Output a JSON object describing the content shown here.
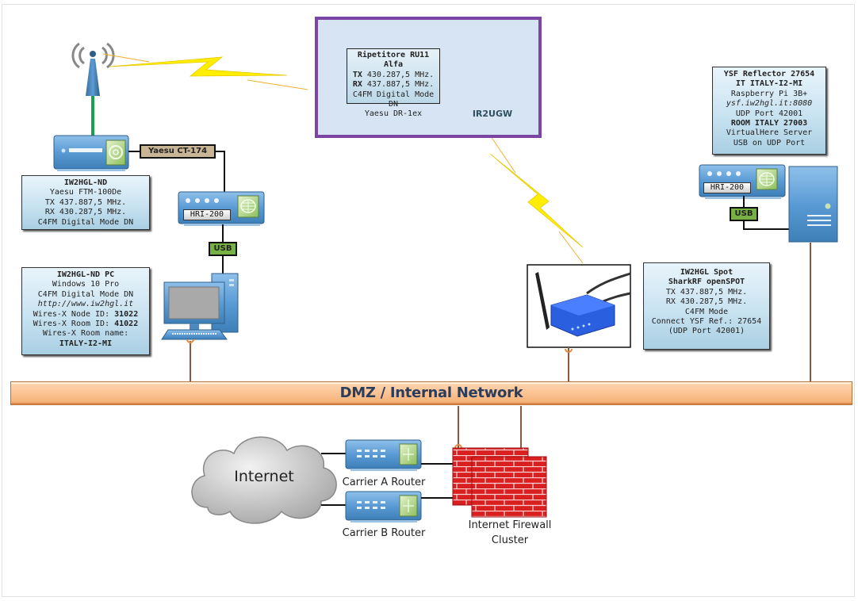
{
  "repeater": {
    "title": "Ripetitore RU11 Alfa",
    "tx_label": "TX",
    "tx_value": "430.287,5 MHz.",
    "rx_label": "RX",
    "rx_value": "437.887,5 MHz.",
    "mode": "C4FM Digital Mode DN",
    "model": "Yaesu DR-1ex",
    "callsign": "IR2UGW"
  },
  "ysf_reflector": {
    "line1": "YSF Reflector 27654",
    "line2": "IT ITALY-I2-MI",
    "line3": "Raspberry Pi 3B+",
    "line4": "ysf.iw2hgl.it:8080",
    "line5": "UDP Port 42001",
    "line6": "ROOM ITALY 27003",
    "line7": "VirtualHere Server",
    "line8": "USB on UDP Port"
  },
  "mobile_radio": {
    "title": "IW2HGL-ND",
    "model": "Yaesu FTM-100De",
    "tx": "TX 437.887,5 MHz.",
    "rx": "RX 430.287,5 MHz.",
    "mode": "C4FM Digital Mode DN",
    "cable_label": "Yaesu CT-174"
  },
  "pc": {
    "title": "IW2HGL-ND PC",
    "os": "Windows 10 Pro",
    "mode": "C4FM Digital Mode DN",
    "url": "http://www.iw2hgl.it",
    "node_label": "Wires-X Node ID:",
    "node_id": "31022",
    "room_label": "Wires-X Room ID:",
    "room_id": "41022",
    "room_name_label": "Wires-X Room name:",
    "room_name": "ITALY-I2-MI"
  },
  "hotspot": {
    "title": "IW2HGL Spot",
    "model": "SharkRF openSPOT",
    "tx": "TX 437.887,5 MHz.",
    "rx": "RX 430.287,5 MHz.",
    "mode": "C4FM Mode",
    "connect": "Connect YSF Ref.: 27654",
    "port": "(UDP Port 42001)"
  },
  "interfaces": {
    "hri_label": "HRI-200",
    "usb_label": "USB"
  },
  "network": {
    "dmz_label": "DMZ / Internal Network",
    "internet_label": "Internet",
    "router_a": "Carrier A Router",
    "router_b": "Carrier B Router",
    "firewall_line1": "Internet Firewall",
    "firewall_line2": "Cluster"
  },
  "colors": {
    "repeater_border": "#7a45a3",
    "dmz_bar": "#fbc393",
    "device_blue": "#5b9bd5",
    "firewall_red": "#d42020",
    "usb_green": "#77b043",
    "lightning": "#ffee00"
  }
}
